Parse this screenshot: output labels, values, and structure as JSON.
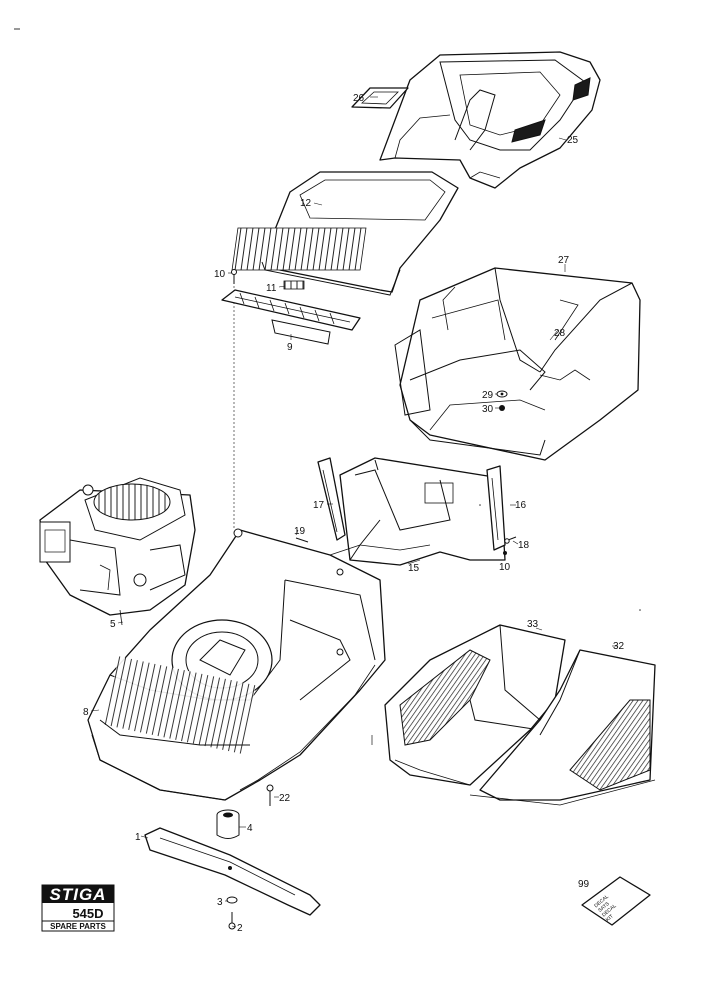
{
  "brand": {
    "logo_text": "STIGA",
    "model": "545D",
    "subtitle": "SPARE PARTS"
  },
  "decal_kit": {
    "number": "99",
    "text": [
      "DECAL",
      "SATS",
      "DECAL",
      "KIT"
    ]
  },
  "callouts": {
    "p1": "1",
    "p2": "2",
    "p3": "3",
    "p4": "4",
    "p5": "5",
    "p8": "8",
    "p9": "9",
    "p10a": "10",
    "p10b": "10",
    "p11": "11",
    "p12": "12",
    "p15": "15",
    "p16": "16",
    "p17": "17",
    "p18": "18",
    "p19": "19",
    "p22": "22",
    "p25": "25",
    "p26": "26",
    "p27": "27",
    "p28": "28",
    "p29": "29",
    "p30": "30",
    "p32": "32",
    "p33": "33"
  }
}
